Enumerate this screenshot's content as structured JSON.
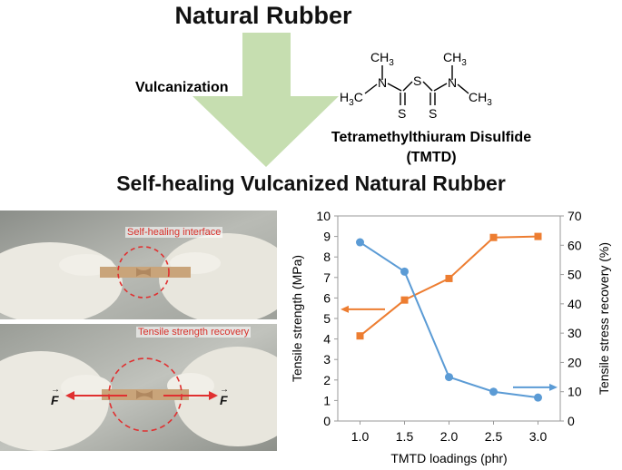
{
  "header": {
    "title": "Natural Rubber",
    "arrow_label": "Vulcanization",
    "arrow_color": "#c6deb0"
  },
  "molecule": {
    "name_line1": "Tetramethylthiuram Disulfide",
    "name_line2": "(TMTD)",
    "atoms": {
      "ch3": "CH",
      "h3c": "H",
      "c": "C",
      "n": "N",
      "s": "S",
      "sub3": "3"
    }
  },
  "subtitle": "Self-healing Vulcanized Natural Rubber",
  "photos": {
    "top_label": "Self-healing interface",
    "bottom_label": "Tensile strength recovery",
    "force_symbol": "F",
    "annotation_color": "#e03030"
  },
  "chart_data": {
    "type": "line",
    "x": [
      1.0,
      1.5,
      2.0,
      2.5,
      3.0
    ],
    "x_ticks": [
      "1.0",
      "1.5",
      "2.0",
      "2.5",
      "3.0"
    ],
    "xlabel": "TMTD loadings (phr)",
    "ylabel_left": "Tensile strength  (MPa)",
    "ylabel_right": "Tensile stress recovery (%)",
    "ylim_left": [
      0,
      10
    ],
    "ylim_right": [
      0,
      70
    ],
    "y_ticks_left": [
      "0",
      "1",
      "2",
      "3",
      "4",
      "5",
      "6",
      "7",
      "8",
      "9",
      "10"
    ],
    "y_ticks_right": [
      "0",
      "10",
      "20",
      "30",
      "40",
      "50",
      "60",
      "70"
    ],
    "grid": false,
    "series": [
      {
        "axis": "left",
        "color": "#ed7d31",
        "marker": "square",
        "values": [
          4.15,
          5.9,
          6.95,
          8.95,
          9.0
        ]
      },
      {
        "axis": "right",
        "color": "#5b9bd5",
        "marker": "circle",
        "values": [
          61,
          51,
          15,
          10,
          8
        ]
      }
    ],
    "axis_arrows": [
      {
        "points_to": "left",
        "color": "#ed7d31"
      },
      {
        "points_to": "right",
        "color": "#5b9bd5"
      }
    ]
  }
}
